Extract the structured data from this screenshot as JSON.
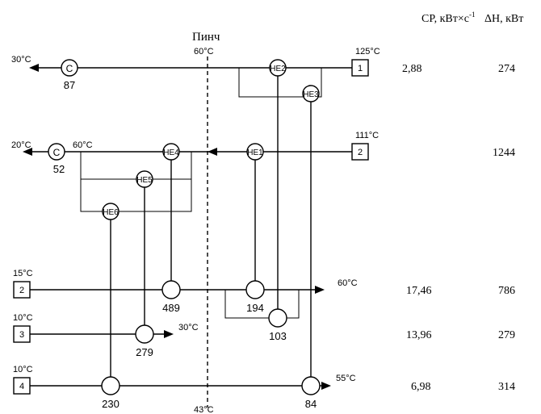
{
  "header": {
    "cp_label": "CP, кВт×с",
    "cp_sup": "-1",
    "dh_label": "ΔH, кВт"
  },
  "pinch": {
    "label": "Пинч",
    "top_temp": "60°C",
    "bottom_temp": "43°C"
  },
  "hot_streams": [
    {
      "id": "1",
      "supply_temp": "125°C",
      "target_temp": "30°C",
      "cp": "2,88",
      "dh": "274"
    },
    {
      "id": "2",
      "supply_temp": "111°C",
      "target_temp": "20°C",
      "mid_temp": "60°C",
      "cp": "",
      "dh": "1244"
    }
  ],
  "cold_streams": [
    {
      "id": "2",
      "supply_temp": "15°C",
      "target_temp": "60°C",
      "cp": "17,46",
      "dh": "786"
    },
    {
      "id": "3",
      "supply_temp": "10°C",
      "target_temp": "30°C",
      "cp": "13,96",
      "dh": "279"
    },
    {
      "id": "4",
      "supply_temp": "10°C",
      "target_temp": "55°C",
      "cp": "6,98",
      "dh": "314"
    }
  ],
  "coolers": [
    {
      "symbol": "C",
      "duty": "87"
    },
    {
      "symbol": "C",
      "duty": "52"
    }
  ],
  "exchangers": [
    {
      "label": "HE1",
      "duty": "194"
    },
    {
      "label": "HE2",
      "duty": "103"
    },
    {
      "label": "HE3",
      "duty": "84"
    },
    {
      "label": "HE4",
      "duty": "489"
    },
    {
      "label": "HE5",
      "duty": "279"
    },
    {
      "label": "HE6",
      "duty": "230"
    }
  ]
}
